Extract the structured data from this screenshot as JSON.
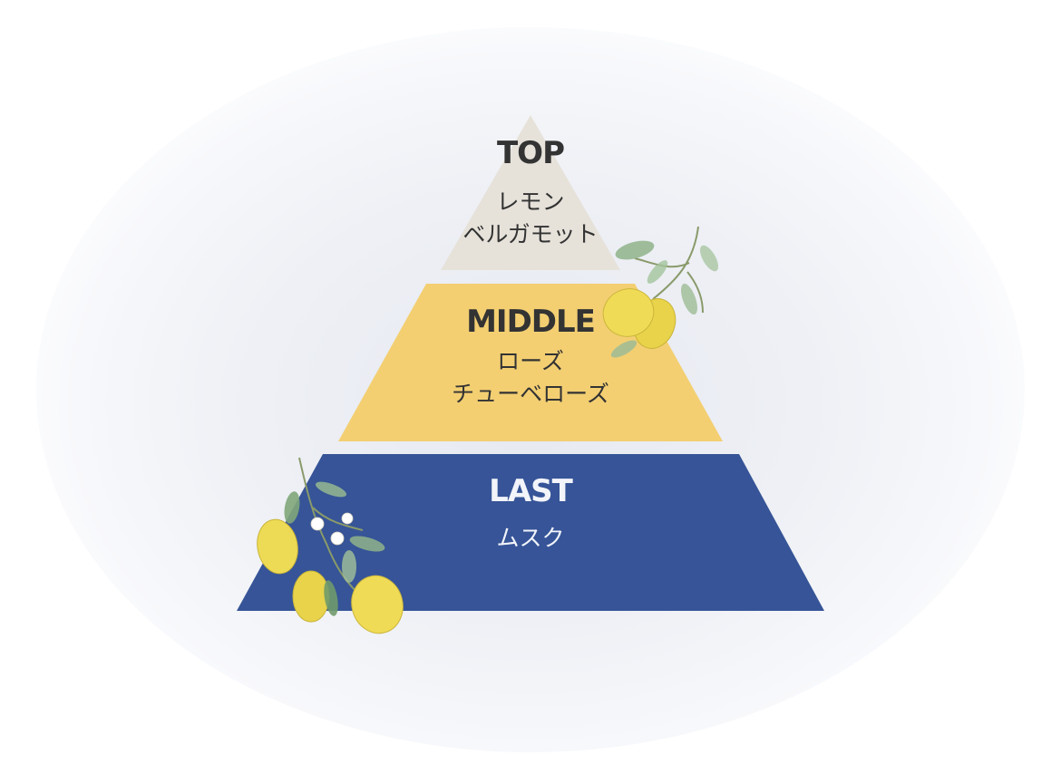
{
  "colors": {
    "top": "#e6e2da",
    "middle": "#f3cf72",
    "last": "#365497",
    "text_dark": "#333333",
    "text_light": "#f2f4fa"
  },
  "tiers": [
    {
      "title": "TOP",
      "notes": [
        "レモン",
        "ベルガモット"
      ]
    },
    {
      "title": "MIDDLE",
      "notes": [
        "ローズ",
        "チューベローズ"
      ]
    },
    {
      "title": "LAST",
      "notes": [
        "ムスク"
      ]
    }
  ],
  "decorations": [
    "lemon-branch-icon",
    "lemon-branch-with-blossoms-icon"
  ]
}
